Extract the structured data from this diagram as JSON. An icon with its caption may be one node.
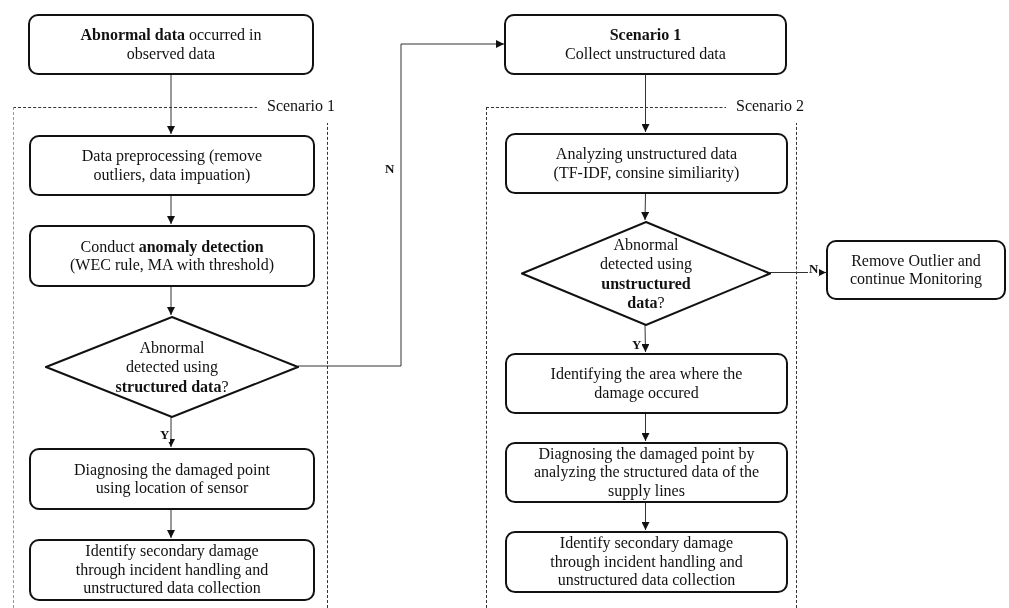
{
  "diagram": {
    "nodes": [
      {
        "text": [
          "**Abnormal data** occurred in observed data"
        ]
      },
      {
        "text": [
          "Scenario 1"
        ]
      },
      {
        "text": [
          "Data preprocessing (remove outliers, data impuation)"
        ],
        "in": 1
      },
      {
        "text": [
          "Conduct **anomaly detection** (WEC rule, MA with threshold)"
        ],
        "in": 1
      },
      {
        "text": [
          "Abnormal detected using **structured data**?"
        ],
        "in": 1
      },
      {
        "text": [
          "Diagnosing the damaged point using location of sensor"
        ],
        "in": 1
      },
      {
        "text": [
          "Identify secondary damage through incident handling and unstructured data collection"
        ],
        "in": 1
      },
      {
        "text": [
          "Scenario 1",
          "Collect unstructured data"
        ]
      },
      {
        "text": [
          "Scenario 2"
        ]
      },
      {
        "text": [
          "Analyzing unstructured data (TF-IDF, consine similiarity)"
        ],
        "in": 8
      },
      {
        "text": [
          "Abnormal detected using **unstructured data**?"
        ],
        "in": 8
      },
      {
        "text": [
          "Remove Outlier and continue Monitoring"
        ]
      },
      {
        "text": [
          "Identifying the area where the damage occured"
        ],
        "in": 8
      },
      {
        "text": [
          "Diagnosing the damaged point by analyzing the structured data of the supply lines"
        ],
        "in": 8
      },
      {
        "text": [
          "Identify secondary damage through incident handling and unstructured data collection"
        ],
        "in": 8
      }
    ],
    "edges": [
      {
        "from": 0,
        "to": 2,
        "arrow": "to"
      },
      {
        "from": 2,
        "to": 3,
        "arrow": "to"
      },
      {
        "from": 3,
        "to": 4,
        "arrow": "to"
      },
      {
        "from": 4,
        "to": 5,
        "arrow": "to",
        "label": "Y"
      },
      {
        "from": 5,
        "to": 6,
        "arrow": "to"
      },
      {
        "from": 4,
        "to": 7,
        "arrow": "to",
        "label": "N"
      },
      {
        "from": 7,
        "to": 9,
        "arrow": "to"
      },
      {
        "from": 9,
        "to": 10,
        "arrow": "to"
      },
      {
        "from": 10,
        "to": 11,
        "arrow": "to",
        "label": "N"
      },
      {
        "from": 10,
        "to": 12,
        "arrow": "to",
        "label": "Y"
      },
      {
        "from": 12,
        "to": 13,
        "arrow": "to"
      },
      {
        "from": 13,
        "to": 14,
        "arrow": "to"
      }
    ]
  }
}
